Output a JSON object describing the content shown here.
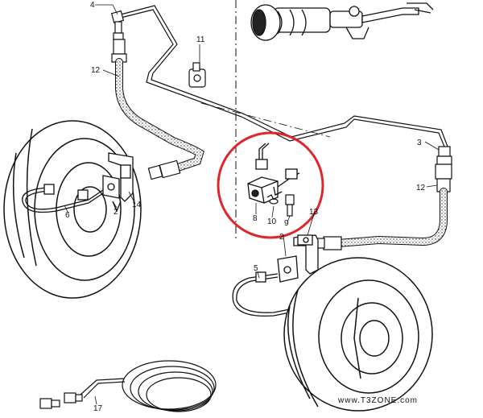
{
  "diagram": {
    "part_labels": {
      "p4": "4",
      "p11": "11",
      "p12_left": "12",
      "p12_right": "12",
      "p3": "3",
      "p14": "14",
      "p2_left": "2",
      "p6": "6",
      "p8": "8",
      "p10": "10",
      "p9": "9",
      "p13": "13",
      "p2_right": "2",
      "p5": "5",
      "p17": "17"
    },
    "watermark": "www.T3ZONE.com",
    "highlight_color": "#e0262d",
    "line_color": "#111111"
  }
}
